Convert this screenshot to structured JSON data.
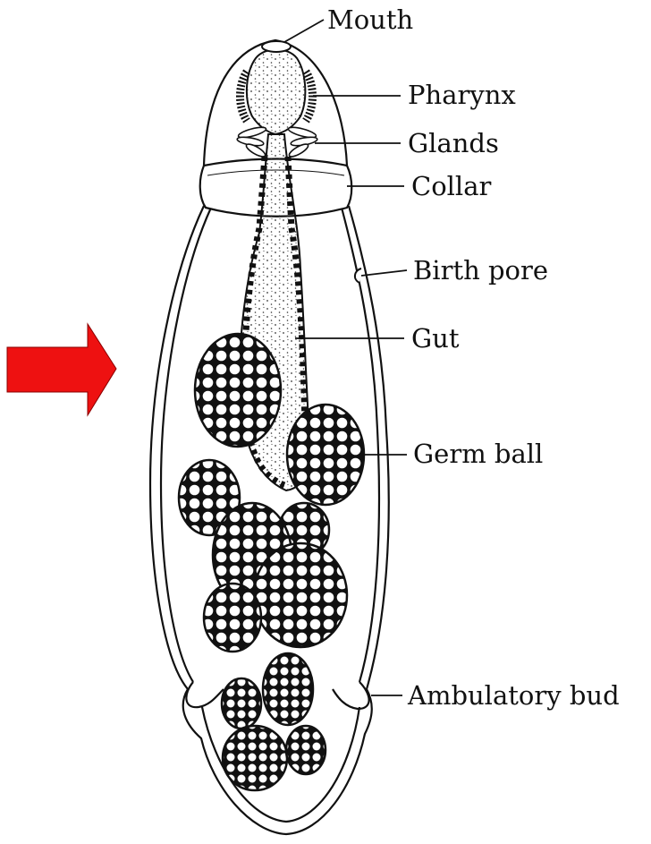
{
  "diagram": {
    "labels": {
      "mouth": "Mouth",
      "pharynx": "Pharynx",
      "glands": "Glands",
      "collar": "Collar",
      "birth_pore": "Birth pore",
      "gut": "Gut",
      "germ_ball": "Germ ball",
      "ambulatory_bud": "Ambulatory bud"
    },
    "arrow_color": "#ee1111",
    "line_color": "#111111"
  }
}
